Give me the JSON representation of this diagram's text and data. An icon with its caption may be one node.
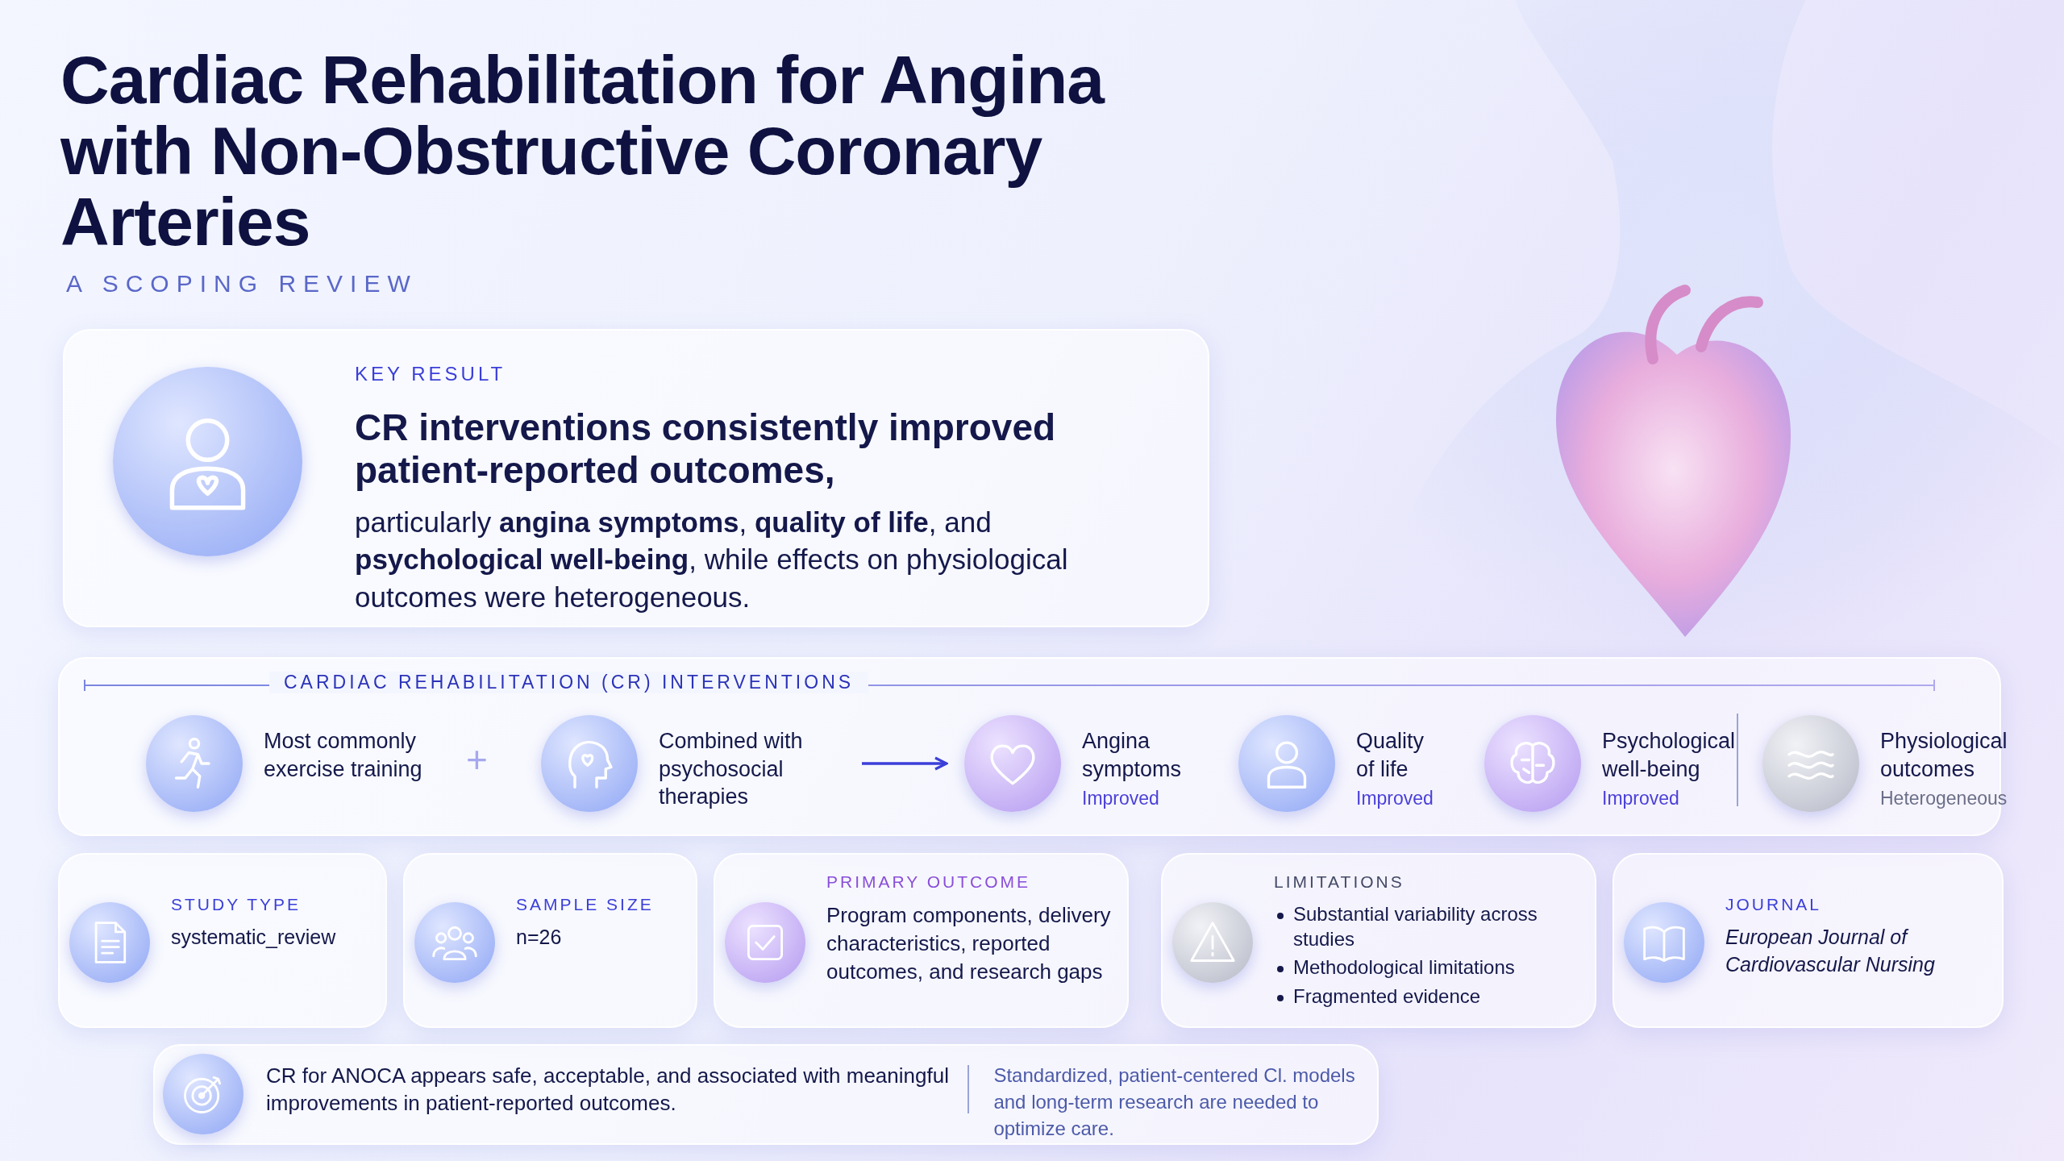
{
  "diagram": {
    "title": "Cardiac Rehabilitation for Angina with Non-Obstructive Coronary Arteries",
    "nodes": [
      {
        "text": [
          "KEY RESULT",
          "CR interventions consistently improved patient-reported outcomes,",
          "particularly **angina symptoms**, **quality of life**, and **psychological well-being**, while effects on physiological outcomes were heterogeneous."
        ]
      },
      {
        "text": [
          "CARDIAC REHABILITATION (CR) INTERVENTIONS"
        ]
      },
      {
        "text": [
          "Most commonly exercise training"
        ],
        "in": 1
      },
      {
        "text": [
          "Combined with psychosocial therapies"
        ],
        "in": 1
      },
      {
        "text": [
          "Angina symptoms",
          "Improved"
        ],
        "in": 1
      },
      {
        "text": [
          "Quality of life",
          "Improved"
        ],
        "in": 1
      },
      {
        "text": [
          "Psychological well-being",
          "Improved"
        ],
        "in": 1
      },
      {
        "text": [
          "Physiological outcomes",
          "Heterogeneous"
        ],
        "in": 1
      },
      {
        "text": [
          "STUDY TYPE",
          "systematic_review"
        ]
      },
      {
        "text": [
          "SAMPLE SIZE",
          "n=26"
        ]
      },
      {
        "text": [
          "PRIMARY OUTCOME",
          "Program components, delivery characteristics, reported outcomes, and research gaps"
        ]
      },
      {
        "text": [
          "LIMITATIONS",
          "Substantial variability across studies",
          "Methodological limitations",
          "Fragmented evidence"
        ]
      },
      {
        "text": [
          "JOURNAL",
          "European Journal of Cardiovascular Nursing"
        ]
      },
      {
        "text": [
          "CR for ANOCA appears safe, acceptable, and associated with meaningful improvements in patient-reported outcomes.",
          "Standardized, patient-centered Cl. models and long-term research are needed to optimize care."
        ]
      }
    ],
    "edges": [
      {
        "from": 3,
        "to": 4,
        "arrow": "to"
      }
    ],
    "labels": [
      "A SCOPING REVIEW",
      "+"
    ]
  }
}
